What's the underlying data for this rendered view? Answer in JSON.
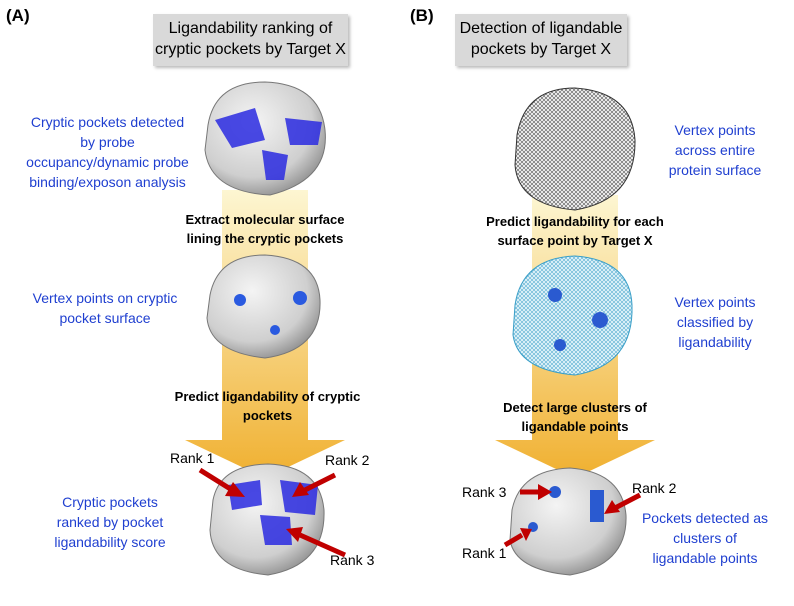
{
  "panel_a": {
    "label": "(A)",
    "title_line1": "Ligandability ranking of",
    "title_line2": "cryptic pockets by Target X",
    "desc1": [
      "Cryptic pockets detected",
      "by probe",
      "occupancy/dynamic probe",
      "binding/exposon analysis"
    ],
    "step1": [
      "Extract molecular surface",
      "lining the cryptic pockets"
    ],
    "desc2": [
      "Vertex points on cryptic",
      "pocket surface"
    ],
    "step2": [
      "Predict ligandability of cryptic",
      "pockets"
    ],
    "desc3": [
      "Cryptic pockets",
      "ranked by pocket",
      "ligandability score"
    ],
    "ranks": [
      "Rank 1",
      "Rank 2",
      "Rank 3"
    ]
  },
  "panel_b": {
    "label": "(B)",
    "title_line1": "Detection of ligandable",
    "title_line2": "pockets by Target X",
    "desc1": [
      "Vertex points",
      "across entire",
      "protein surface"
    ],
    "step1": [
      "Predict ligandability for each",
      "surface point by Target X"
    ],
    "desc2": [
      "Vertex points",
      "classified by",
      "ligandability"
    ],
    "step2": [
      "Detect large clusters of",
      "ligandable points"
    ],
    "desc3": [
      "Pockets detected as",
      "clusters of",
      "ligandable points"
    ],
    "ranks": [
      "Rank 3",
      "Rank 2",
      "Rank 1"
    ]
  },
  "colors": {
    "text_blue": "#1f3fd0",
    "pocket_blue": "#2a2ae0",
    "arrow_top": "#fdf3c4",
    "arrow_bottom": "#f0b030",
    "rank_arrow": "#c00000"
  }
}
